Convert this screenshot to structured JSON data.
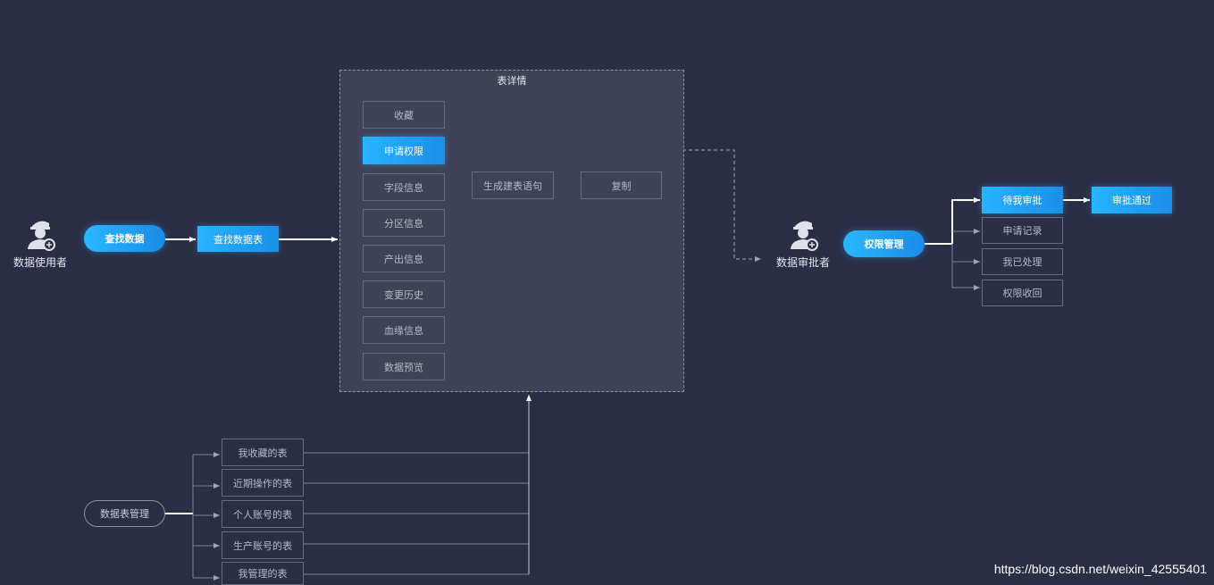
{
  "colors": {
    "background": "#2a2e45",
    "panel": "#3d4256",
    "accent": "#1a9af0",
    "line": "#7c8196"
  },
  "user_actor": {
    "icon": "user-glasses-icon",
    "label": "数据使用者"
  },
  "approver_actor": {
    "icon": "approver-icon",
    "label": "数据审批者"
  },
  "find_data": "查找数据",
  "find_table": "查找数据表",
  "table_detail": {
    "title": "表详情",
    "items": [
      "收藏",
      "申请权限",
      "字段信息",
      "分区信息",
      "产出信息",
      "变更历史",
      "血缘信息",
      "数据预览"
    ],
    "gen_ddl": "生成建表语句",
    "copy": "复制"
  },
  "permission_mgmt": {
    "label": "权限管理",
    "items": [
      "待我审批",
      "申请记录",
      "我已处理",
      "权限收回"
    ],
    "approved": "审批通过"
  },
  "table_mgmt": {
    "label": "数据表管理",
    "items": [
      "我收藏的表",
      "近期操作的表",
      "个人账号的表",
      "生产账号的表",
      "我管理的表"
    ]
  },
  "watermark": "https://blog.csdn.net/weixin_42555401"
}
